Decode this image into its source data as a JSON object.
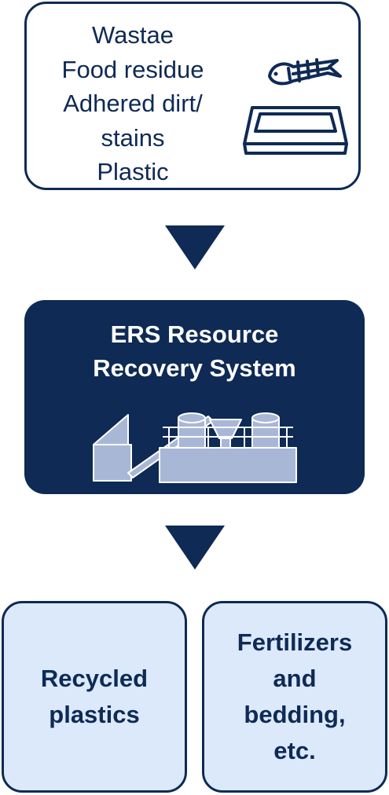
{
  "inputs": {
    "items": [
      "Wastae",
      "Food residue",
      "Adhered dirt/",
      "stains",
      "Plastic"
    ],
    "illustration_icon": "fish-bone-tray-icon"
  },
  "flow_arrow_icon": "down-triangle-arrow-icon",
  "system": {
    "title_lines": [
      "ERS Resource",
      "Recovery System"
    ],
    "illustration_icon": "recovery-plant-icon"
  },
  "outputs": [
    {
      "lines": [
        "Recycled",
        "plastics"
      ]
    },
    {
      "lines": [
        "Fertilizers",
        "and",
        "bedding,",
        "etc."
      ]
    }
  ],
  "colors": {
    "navy": "#0e2a55",
    "output_fill": "#dce9fb",
    "plant_fill": "#a9b7d6"
  }
}
